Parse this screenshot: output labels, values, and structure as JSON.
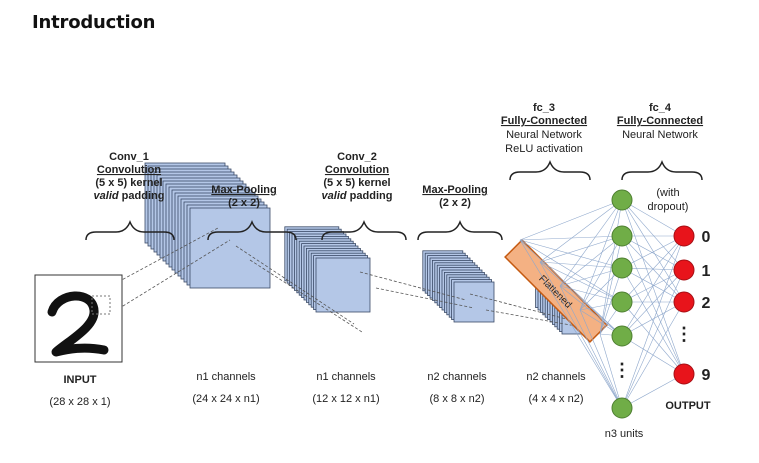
{
  "page": {
    "heading": "Introduction"
  },
  "diagram": {
    "input": {
      "label": "INPUT",
      "dims": "(28 x 28 x 1)",
      "digit": "2"
    },
    "conv1": {
      "name": "Conv_1",
      "type": "Convolution",
      "kernel": "(5 x 5) kernel",
      "padding_italic": "valid",
      "padding_rest": " padding"
    },
    "pool1": {
      "name": "Max-Pooling",
      "size": "(2 x 2)"
    },
    "conv2": {
      "name": "Conv_2",
      "type": "Convolution",
      "kernel": "(5 x 5) kernel",
      "padding_italic": "valid",
      "padding_rest": " padding"
    },
    "pool2": {
      "name": "Max-Pooling",
      "size": "(2 x 2)"
    },
    "fc3": {
      "name": "fc_3",
      "type": "Fully-Connected",
      "line1": "Neural Network",
      "line2": "ReLU activation"
    },
    "fc4": {
      "name": "fc_4",
      "type": "Fully-Connected",
      "line1": "Neural Network",
      "dropout1": "(with",
      "dropout2": "dropout)"
    },
    "flattened": "Flattened",
    "stacks": [
      {
        "channels": "n1 channels",
        "dims": "(24 x 24 x n1)"
      },
      {
        "channels": "n1 channels",
        "dims": "(12 x 12 x n1)"
      },
      {
        "channels": "n2 channels",
        "dims": "(8 x 8 x n2)"
      },
      {
        "channels": "n2 channels",
        "dims": "(4 x 4 x n2)"
      }
    ],
    "hidden_units": "n3 units",
    "output_label": "OUTPUT",
    "outputs": [
      "0",
      "1",
      "2",
      "9"
    ],
    "ellipsis": "⋮",
    "colors": {
      "layer_fill": "#b4c7e7",
      "layer_stroke": "#3a4a66",
      "neuron_green": "#70ad47",
      "neuron_red": "#e8141b",
      "flatten_fill": "#f4b183",
      "flatten_stroke": "#c55a11"
    }
  }
}
